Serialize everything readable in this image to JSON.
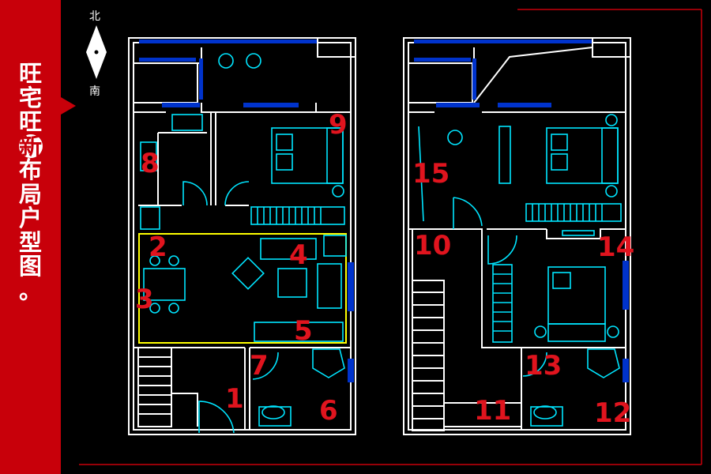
{
  "sidebar": {
    "title_chars": [
      "旺",
      "宅",
      "旺",
      "新",
      "布",
      "局",
      "户",
      "型",
      "图",
      "。"
    ],
    "highlight_index": 3
  },
  "compass": {
    "north": "北",
    "south": "南"
  },
  "room_numbers": [
    "1",
    "2",
    "3",
    "4",
    "5",
    "6",
    "7",
    "8",
    "9",
    "10",
    "11",
    "12",
    "13",
    "14",
    "15"
  ],
  "colors": {
    "background": "#000000",
    "sidebar": "#c8000a",
    "walls": "#ffffff",
    "furniture": "#00e5ff",
    "windows": "#0033cc",
    "living_zone": "#ffff00",
    "numbers": "#e0141e",
    "frame": "#c8000a"
  }
}
